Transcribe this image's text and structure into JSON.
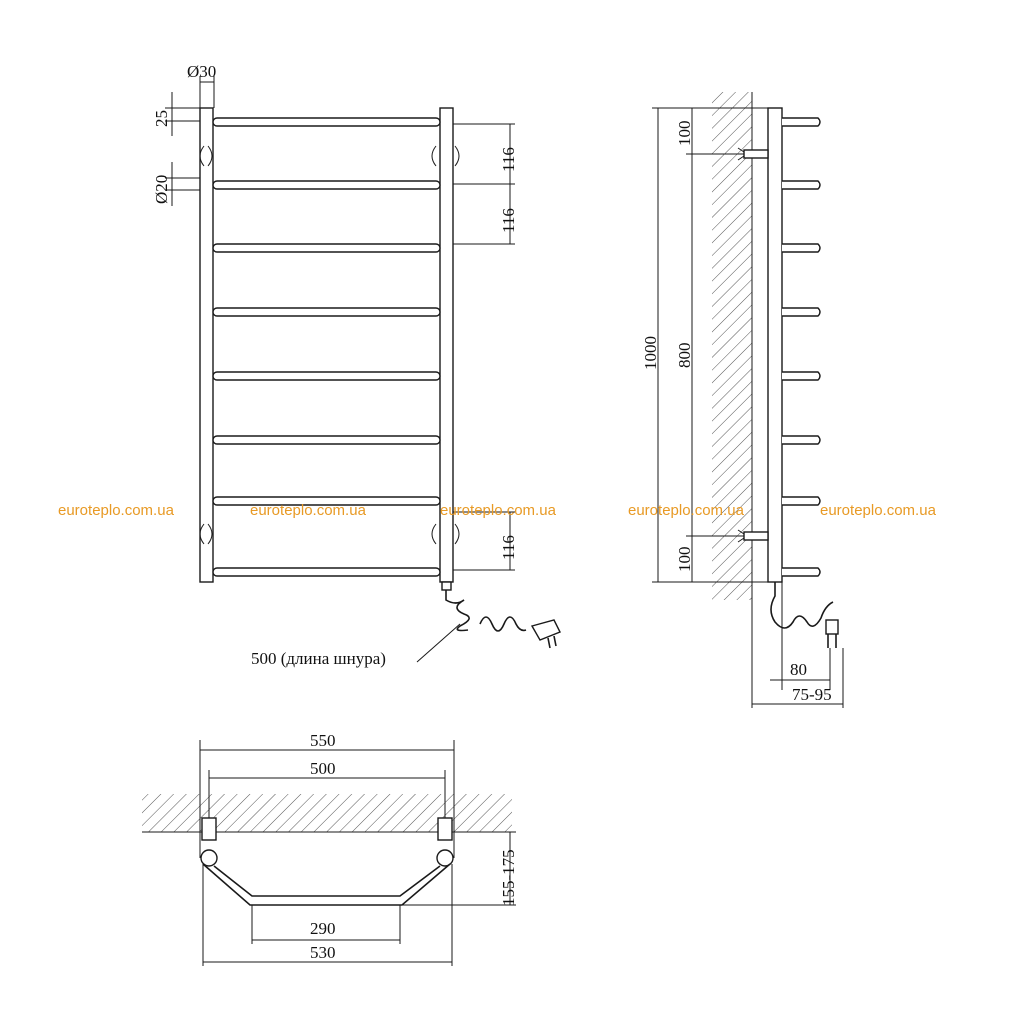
{
  "front_view": {
    "labels": {
      "tube_diameter": "Ø30",
      "top_offset": "25",
      "rung_diameter": "Ø20",
      "spacing_1": "116",
      "spacing_2": "116",
      "spacing_bottom": "116",
      "cord_length": "500 (длина шнура)"
    }
  },
  "side_view": {
    "labels": {
      "mount_top": "100",
      "total_height": "1000",
      "mount_span": "800",
      "mount_bottom": "100",
      "depth_inner": "80",
      "depth_outer": "75-95"
    }
  },
  "top_view": {
    "labels": {
      "overall_width": "550",
      "axis_width": "500",
      "projection": "155-175",
      "inner_width": "290",
      "outer_width": "530"
    }
  },
  "watermark": {
    "text": "euroteplo.com.ua",
    "color": "#e89a25"
  }
}
